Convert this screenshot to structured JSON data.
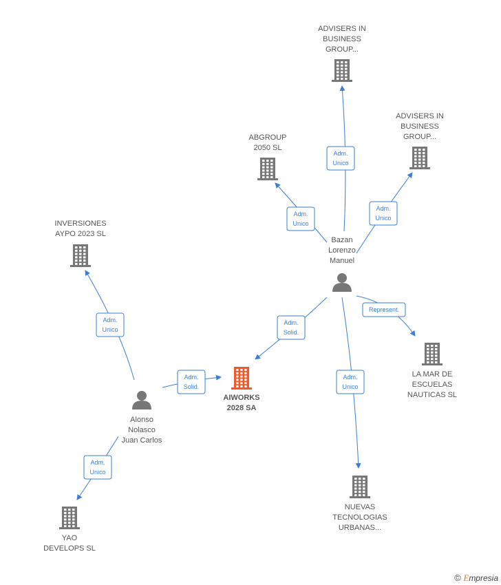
{
  "nodes": [
    {
      "id": "advisers1",
      "type": "company",
      "lines": [
        "ADVISERS IN",
        "BUSINESS",
        "GROUP..."
      ],
      "main": false
    },
    {
      "id": "advisers2",
      "type": "company",
      "lines": [
        "ADVISERS IN",
        "BUSINESS",
        "GROUP..."
      ],
      "main": false
    },
    {
      "id": "abgroup",
      "type": "company",
      "lines": [
        "ABGROUP",
        "2050  SL"
      ],
      "main": false
    },
    {
      "id": "inversiones",
      "type": "company",
      "lines": [
        "INVERSIONES",
        "AYPO 2023  SL"
      ],
      "main": false
    },
    {
      "id": "bazan",
      "type": "person",
      "lines": [
        "Bazan",
        "Lorenzo",
        "Manuel"
      ],
      "main": false
    },
    {
      "id": "aiworks",
      "type": "company",
      "lines": [
        "AIWORKS",
        "2028 SA"
      ],
      "main": true
    },
    {
      "id": "lamar",
      "type": "company",
      "lines": [
        "LA MAR DE",
        "ESCUELAS",
        "NAUTICAS SL"
      ],
      "main": false
    },
    {
      "id": "alonso",
      "type": "person",
      "lines": [
        "Alonso",
        "Nolasco",
        "Juan Carlos"
      ],
      "main": false
    },
    {
      "id": "nuevas",
      "type": "company",
      "lines": [
        "NUEVAS",
        "TECNOLOGIAS",
        "URBANAS..."
      ],
      "main": false
    },
    {
      "id": "yao",
      "type": "company",
      "lines": [
        "YAO",
        "DEVELOPS  SL"
      ],
      "main": false
    }
  ],
  "edges": [
    {
      "from": "bazan",
      "to": "advisers1",
      "lines": [
        "Adm.",
        "Unico"
      ]
    },
    {
      "from": "bazan",
      "to": "advisers2",
      "lines": [
        "Adm.",
        "Unico"
      ]
    },
    {
      "from": "bazan",
      "to": "abgroup",
      "lines": [
        "Adm.",
        "Unico"
      ]
    },
    {
      "from": "bazan",
      "to": "aiworks",
      "lines": [
        "Adm.",
        "Solid."
      ]
    },
    {
      "from": "bazan",
      "to": "lamar",
      "lines": [
        "Represent."
      ]
    },
    {
      "from": "bazan",
      "to": "nuevas",
      "lines": [
        "Adm.",
        "Unico"
      ]
    },
    {
      "from": "alonso",
      "to": "inversiones",
      "lines": [
        "Adm.",
        "Unico"
      ]
    },
    {
      "from": "alonso",
      "to": "aiworks",
      "lines": [
        "Adm.",
        "Solid."
      ]
    },
    {
      "from": "alonso",
      "to": "yao",
      "lines": [
        "Adm.",
        "Unico"
      ]
    }
  ],
  "colors": {
    "edge": "#3a7fd5",
    "node_icon": "#777777",
    "main_icon": "#f0592b",
    "label": "#555555"
  },
  "footer": {
    "copyright": "©",
    "brand_initial": "E",
    "brand_rest": "mpresia"
  }
}
